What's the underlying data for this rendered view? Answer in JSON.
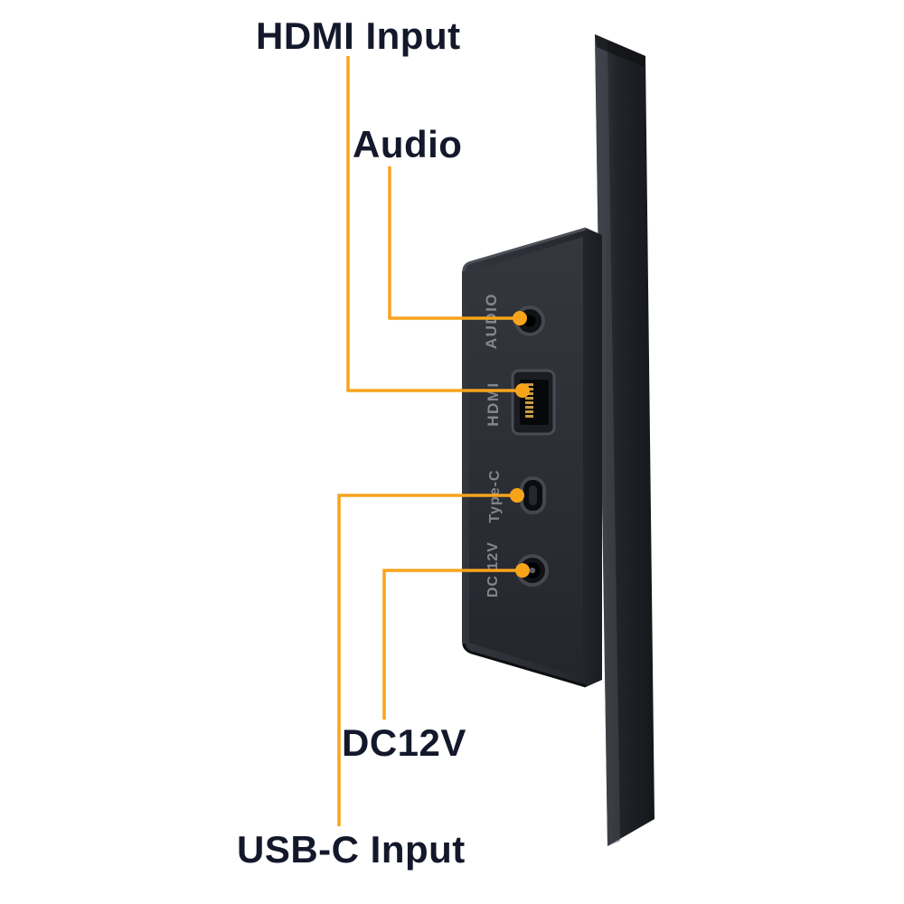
{
  "callouts": {
    "hdmi": {
      "label": "HDMI Input"
    },
    "audio": {
      "label": "Audio"
    },
    "dc": {
      "label": "DC12V"
    },
    "usbc": {
      "label": "USB-C Input"
    }
  },
  "ports": {
    "audio": {
      "label": "AUDIO"
    },
    "hdmi": {
      "label": "HDMI"
    },
    "typec": {
      "label": "Type-C"
    },
    "dc": {
      "label": "DC 12V"
    }
  },
  "colors": {
    "accent": "#F8A41B",
    "device_body": "#24272d",
    "device_face": "#2c2f36",
    "port_label": "#84878e",
    "callout_text": "#14182b"
  }
}
